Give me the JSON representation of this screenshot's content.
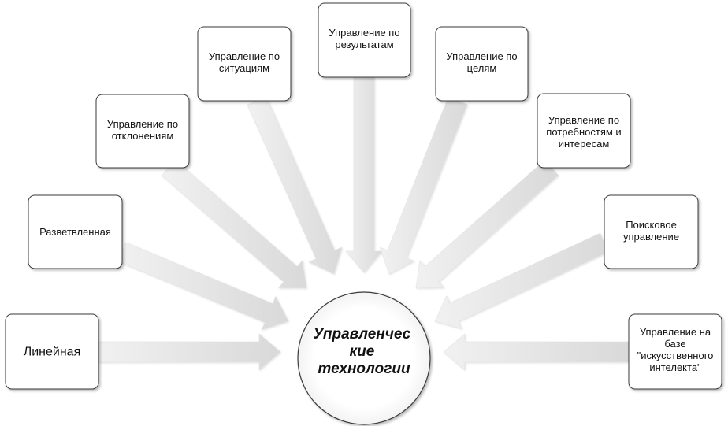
{
  "center": {
    "lines": [
      "Управленчес",
      "кие",
      "технологии"
    ]
  },
  "nodes": [
    {
      "id": "linear",
      "lines": [
        "Линейная"
      ]
    },
    {
      "id": "branched",
      "lines": [
        "Разветвленная"
      ]
    },
    {
      "id": "by-deviations",
      "lines": [
        "Управление по",
        "отклонениям"
      ]
    },
    {
      "id": "by-situations",
      "lines": [
        "Управление по",
        "ситуациям"
      ]
    },
    {
      "id": "by-results",
      "lines": [
        "Управление по",
        "результатам"
      ]
    },
    {
      "id": "by-goals",
      "lines": [
        "Управление по",
        "целям"
      ]
    },
    {
      "id": "by-needs",
      "lines": [
        "Управление по",
        "потребностям и",
        "интересам"
      ]
    },
    {
      "id": "search",
      "lines": [
        "Поисковое",
        "управление"
      ]
    },
    {
      "id": "ai-based",
      "lines": [
        "Управление на",
        "базе",
        "\"искусственного",
        "интелекта\""
      ]
    }
  ]
}
